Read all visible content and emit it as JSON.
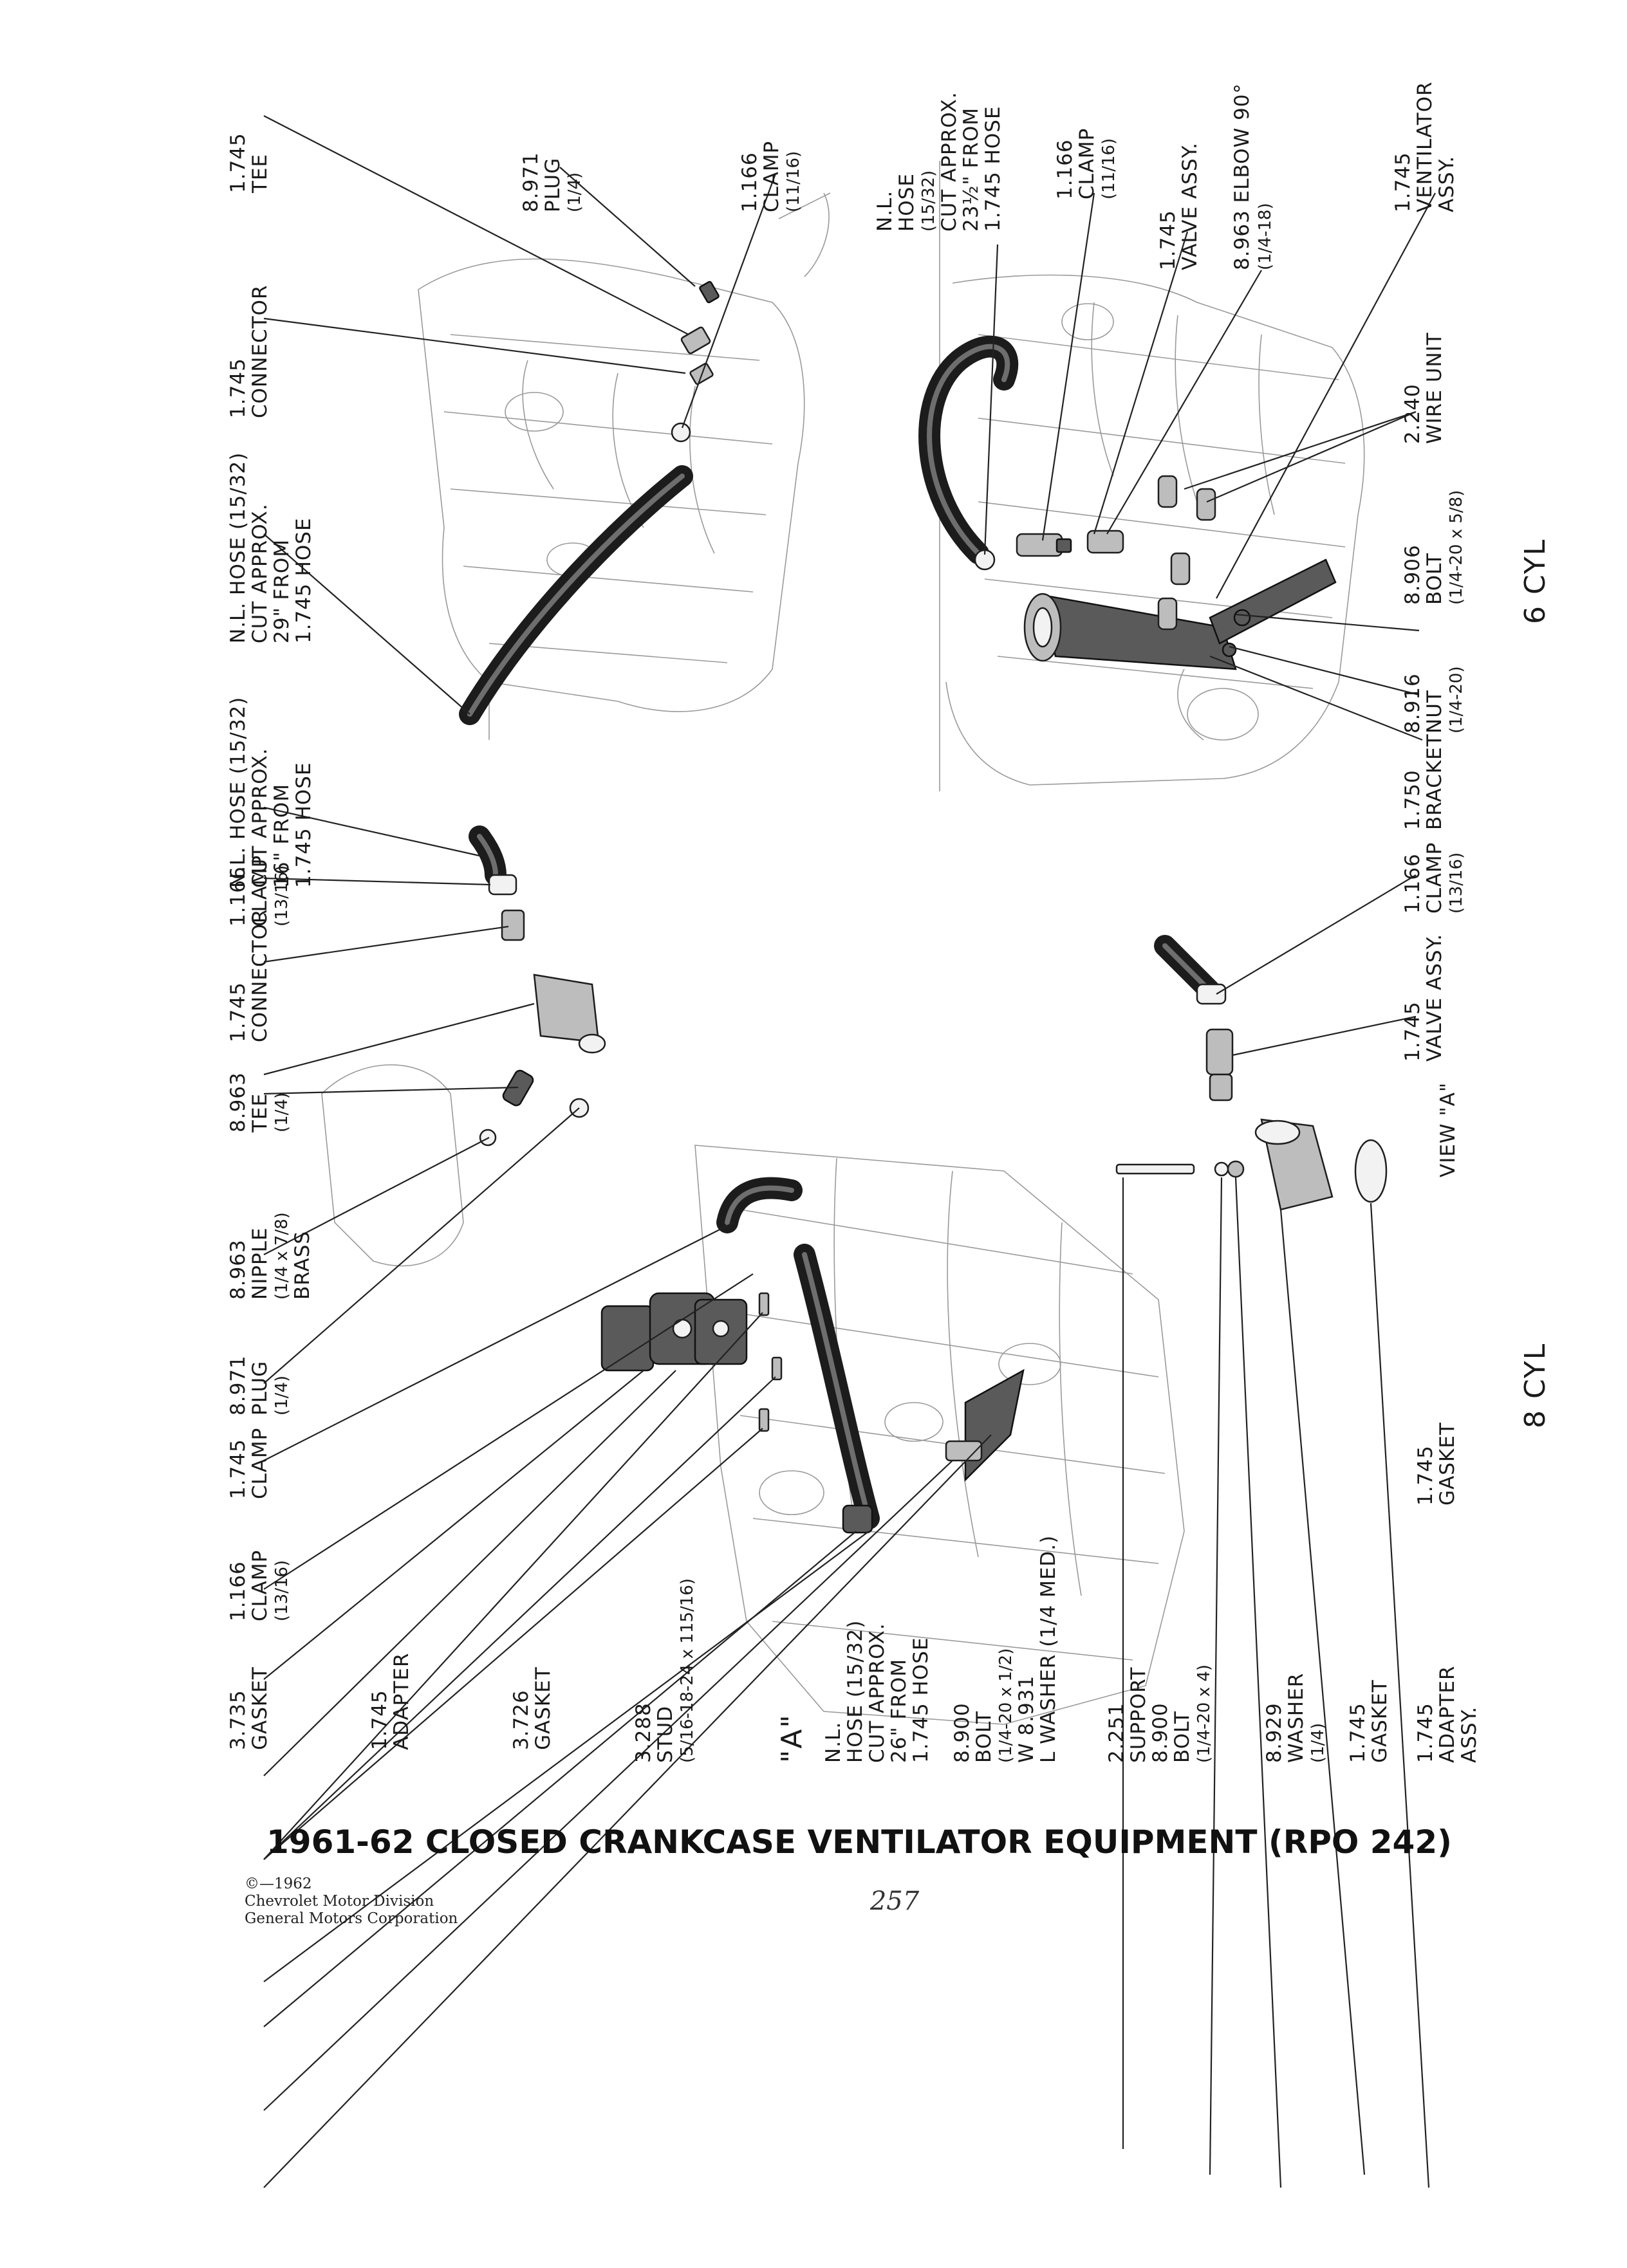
{
  "title": "1961-62 CLOSED CRANKCASE VENTILATOR EQUIPMENT (RPO 242)",
  "page_number": "257",
  "credit": [
    "©—1962",
    "Chevrolet Motor Division",
    "General Motors Corporation"
  ],
  "sections": {
    "six": "6 CYL",
    "eight": "8 CYL",
    "view_a": "VIEW \"A\""
  },
  "labels": {
    "six_tee": [
      "1.745",
      "TEE"
    ],
    "six_plug": [
      "8.971",
      "PLUG",
      "(1/4)"
    ],
    "six_clamp_top": [
      "1.166",
      "CLAMP",
      "(11/16)"
    ],
    "six_connector": [
      "1.745",
      "CONNECTOR"
    ],
    "six_hose_29": [
      "N.L. HOSE (15/32)",
      "CUT APPROX.",
      "29\" FROM",
      "1.745 HOSE"
    ],
    "six_hose_23": [
      "N.L.",
      "HOSE",
      "(15/32)",
      "CUT APPROX.",
      "23½\" FROM",
      "1.745 HOSE"
    ],
    "six_clamp_right": [
      "1.166",
      "CLAMP",
      "(11/16)"
    ],
    "six_valve": [
      "1.745",
      "VALVE ASSY."
    ],
    "six_elbow": [
      "8.963 ELBOW 90°",
      "(1/4-18)"
    ],
    "six_ventilator": [
      "1.745",
      "VENTILATOR",
      "ASSY."
    ],
    "six_wire": [
      "2.240",
      "WIRE UNIT"
    ],
    "six_bolt": [
      "8.906",
      "BOLT",
      "(1/4-20 x 5/8)"
    ],
    "six_nut": [
      "8.916",
      "NUT",
      "(1/4-20)"
    ],
    "six_bracket": [
      "1.750",
      "BRACKET"
    ],
    "eight_hose_16": [
      "N.L. HOSE (15/32)",
      "CUT APPROX.",
      "16\" FROM",
      "1.745 HOSE"
    ],
    "eight_clamp_a": [
      "1.166",
      "CLAMP",
      "(13/16)"
    ],
    "eight_connector": [
      "1.745",
      "CONNECTOR"
    ],
    "eight_tee": [
      "8.963",
      "TEE",
      "(1/4)"
    ],
    "eight_nipple": [
      "8.963",
      "NIPPLE",
      "(1/4 x 7/8)",
      "BRASS"
    ],
    "eight_plug": [
      "8.971",
      "PLUG",
      "(1/4)"
    ],
    "eight_clamp_b": [
      "1.745",
      "CLAMP"
    ],
    "eight_clamp_c": [
      "1.166",
      "CLAMP",
      "(13/16)"
    ],
    "eight_gasket_3735": [
      "3.735",
      "GASKET"
    ],
    "eight_adapter": [
      "1.745",
      "ADAPTER"
    ],
    "eight_gasket_3726": [
      "3.726",
      "GASKET"
    ],
    "eight_stud": [
      "3.288",
      "STUD",
      "(5/16-18-24 x 115/16)"
    ],
    "eight_view_ref": [
      "\"A\""
    ],
    "eight_hose_26": [
      "N.L.",
      "HOSE (15/32)",
      "CUT APPROX.",
      "26\" FROM",
      "1.745 HOSE"
    ],
    "eight_bolt_washer": [
      "8.900",
      "BOLT",
      "(1/4-20 x 1/2)",
      "W 8.931",
      "L WASHER (1/4 MED.)"
    ],
    "eight_support": [
      "2.251",
      "SUPPORT",
      "8.900",
      "BOLT",
      "(1/4-20 x 4)"
    ],
    "eight_washer": [
      "8.929",
      "WASHER",
      "(1/4)"
    ],
    "eight_gasket_bottom": [
      "1.745",
      "GASKET"
    ],
    "eight_adapter_assy": [
      "1.745",
      "ADAPTER",
      "ASSY."
    ],
    "va_clamp": [
      "1.166",
      "CLAMP",
      "(13/16)"
    ],
    "va_valve": [
      "1.745",
      "VALVE ASSY."
    ],
    "va_gasket": [
      "1.745",
      "GASKET"
    ]
  }
}
